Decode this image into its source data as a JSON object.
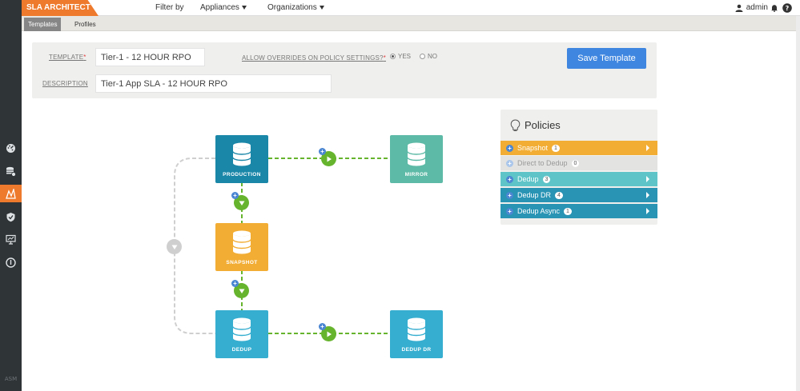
{
  "brand": "SLA ARCHITECT",
  "nav": {
    "filter_by": "Filter by",
    "appliances": "Appliances",
    "organizations": "Organizations"
  },
  "user": {
    "name": "admin"
  },
  "tabs": [
    {
      "label": "Templates"
    },
    {
      "label": "Profiles"
    }
  ],
  "form": {
    "template_label": "TEMPLATE",
    "template_value": "Tier-1 - 12 HOUR RPO",
    "overrides_label": "ALLOW OVERRIDES ON POLICY SETTINGS?",
    "yes_label": "YES",
    "no_label": "NO",
    "description_label": "DESCRIPTION",
    "description_value": "Tier-1 App SLA - 12 HOUR RPO",
    "save_label": "Save Template",
    "required_mark": "*"
  },
  "nodes": {
    "production": "PRODUCTION",
    "mirror": "MIRROR",
    "snapshot": "SNAPSHOT",
    "dedup": "DEDUP",
    "dedup_dr": "DEDUP DR"
  },
  "policies": {
    "title": "Policies",
    "items": [
      {
        "label": "Snapshot",
        "count": "1"
      },
      {
        "label": "Direct to Dedup",
        "count": "0"
      },
      {
        "label": "Dedup",
        "count": "3"
      },
      {
        "label": "Dedup DR",
        "count": "4"
      },
      {
        "label": "Dedup Async",
        "count": "1"
      }
    ]
  },
  "sidebar_footer": "ASM",
  "colors": {
    "accent_orange": "#ee7a2e",
    "production": "#1a86a8",
    "mirror": "#5dbaa6",
    "snapshot": "#f2ad34",
    "dedup": "#35aed0",
    "dedup_dr": "#35aed0",
    "arrow_green": "#66b32e",
    "save_button": "#3f86e0"
  }
}
